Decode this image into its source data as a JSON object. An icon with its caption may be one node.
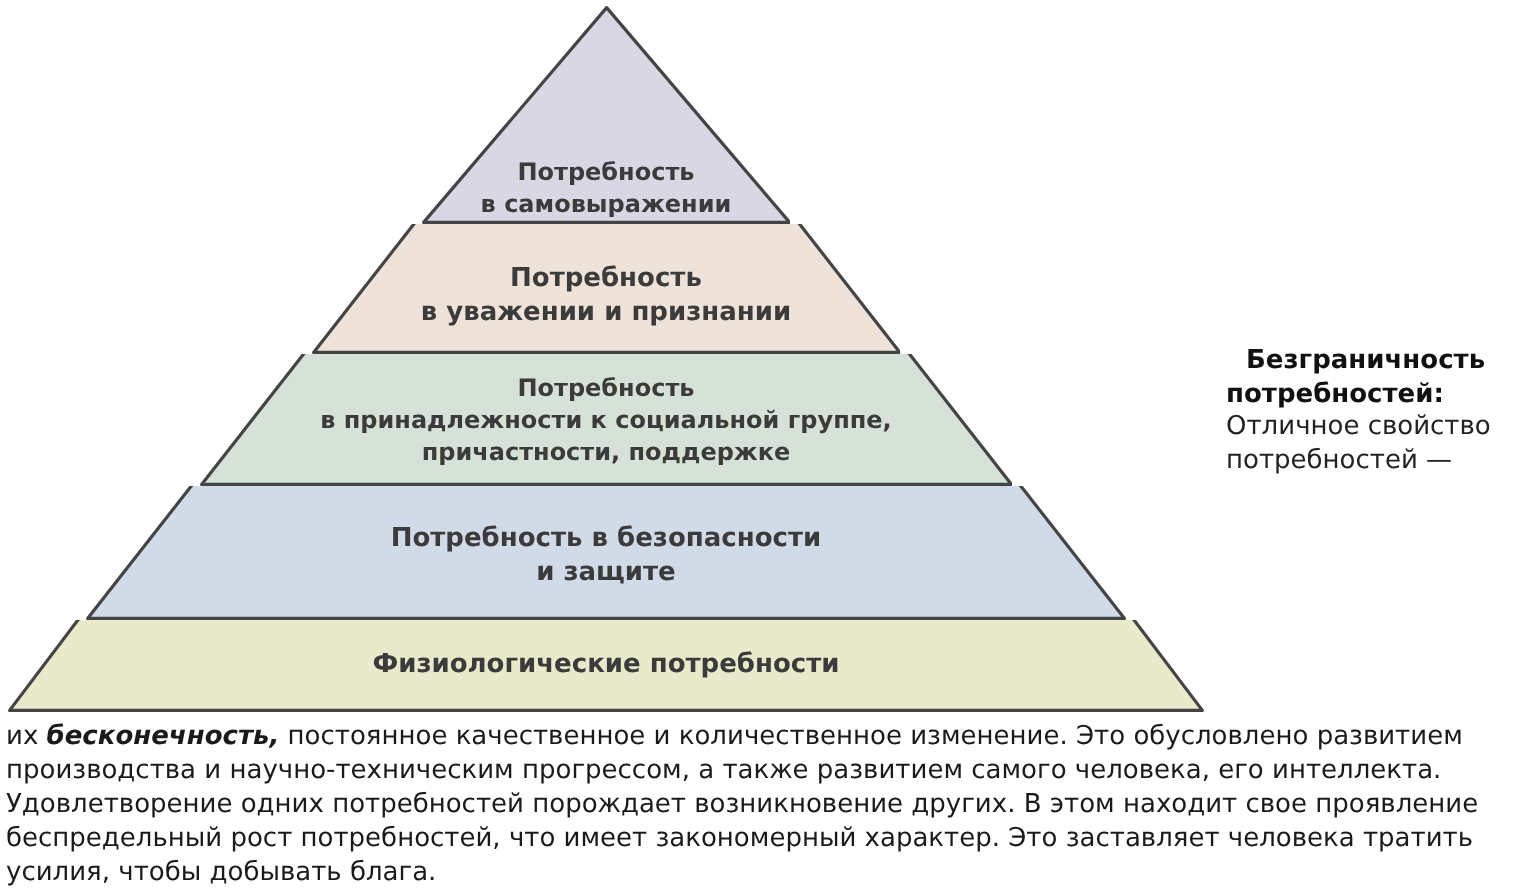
{
  "diagram": {
    "nodes": [
      {
        "text": [
          "Потребность в самовыражении"
        ]
      },
      {
        "text": [
          "Потребность в уважении и признании"
        ]
      },
      {
        "text": [
          "Потребность в принадлежности к социальной группе, причастности, поддержке"
        ]
      },
      {
        "text": [
          "Потребность в безопасности и защите"
        ]
      },
      {
        "text": [
          "Физиологические потребности"
        ]
      }
    ],
    "labels": [
      "Безграничность потребностей:",
      "Отличное свойство потребностей —",
      "их **бесконечность,** постоянное качественное и количественное изменение. Это обусловлено развитием производства и научно-техническим прогрессом, а также развитием самого человека, его интеллекта. Удовлетворение одних потребностей порождает возникновение других. В этом находит свое проявление беспредельный рост потребностей, что имеет закономерный характер. Это заставляет человека тратить усилия, чтобы добывать блага."
    ]
  }
}
